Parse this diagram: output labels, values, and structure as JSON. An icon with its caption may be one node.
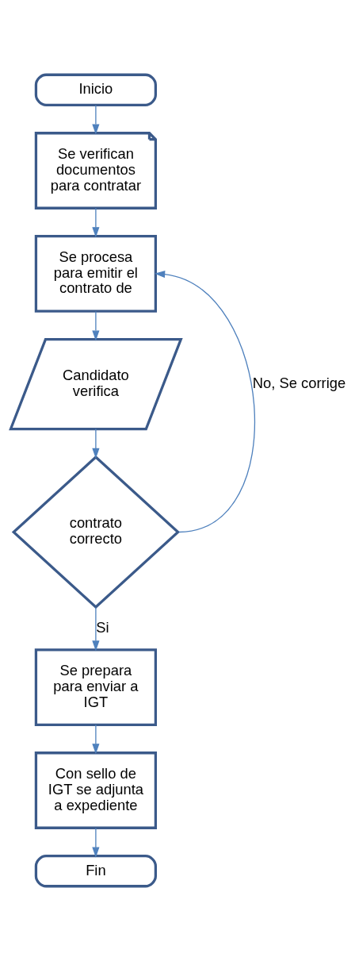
{
  "diagram": {
    "nodes": [
      {
        "text": [
          "Inicio"
        ]
      },
      {
        "text": [
          "Se verifican documentos para contratar"
        ]
      },
      {
        "text": [
          "Se procesa para emitir el contrato de"
        ]
      },
      {
        "text": [
          "Candidato verifica"
        ]
      },
      {
        "text": [
          "contrato correcto"
        ]
      },
      {
        "text": [
          "Se prepara para enviar a IGT"
        ]
      },
      {
        "text": [
          "Con sello de IGT se adjunta a expediente"
        ]
      },
      {
        "text": [
          "Fin"
        ]
      }
    ],
    "edges": [
      {
        "from": 0,
        "to": 1,
        "arrow": "to"
      },
      {
        "from": 1,
        "to": 2,
        "arrow": "to"
      },
      {
        "from": 2,
        "to": 3,
        "arrow": "to"
      },
      {
        "from": 3,
        "to": 4,
        "arrow": "to"
      },
      {
        "from": 4,
        "to": 2,
        "arrow": "to",
        "label": "No, Se corrige"
      },
      {
        "from": 4,
        "to": 5,
        "arrow": "to",
        "label": "Si"
      },
      {
        "from": 5,
        "to": 6,
        "arrow": "to"
      },
      {
        "from": 6,
        "to": 7,
        "arrow": "to"
      }
    ]
  }
}
